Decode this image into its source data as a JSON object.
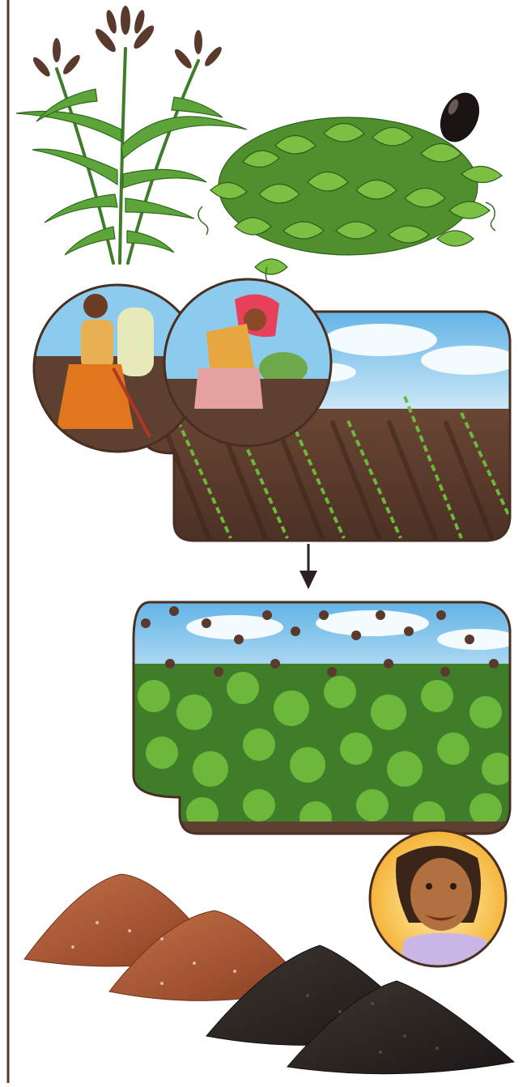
{
  "colors": {
    "divider": "#5a3a2a",
    "outline": "#4a2e22",
    "sky": "#7fc3ea",
    "cloud": "#f4fbff",
    "soil_dark": "#5e4030",
    "soil_light": "#7a5440",
    "leaf": "#3f8a2a",
    "leaf_light": "#7cc043",
    "millet_head": "#5b3a2e",
    "cone_red": "#a6502e",
    "cone_black": "#2b2422",
    "sunburst": "#f2a51f"
  },
  "panels": [
    {
      "name": "millet-plant-illustration"
    },
    {
      "name": "bean-plant-illustration"
    },
    {
      "name": "sowing-field-panel"
    },
    {
      "name": "mixed-crop-field-panel"
    },
    {
      "name": "soil-piles-illustration"
    }
  ],
  "icons": {
    "arrow": "arrow-down-icon",
    "seed": "bean-seed-icon",
    "happy_face": "smiling-woman-portrait"
  }
}
